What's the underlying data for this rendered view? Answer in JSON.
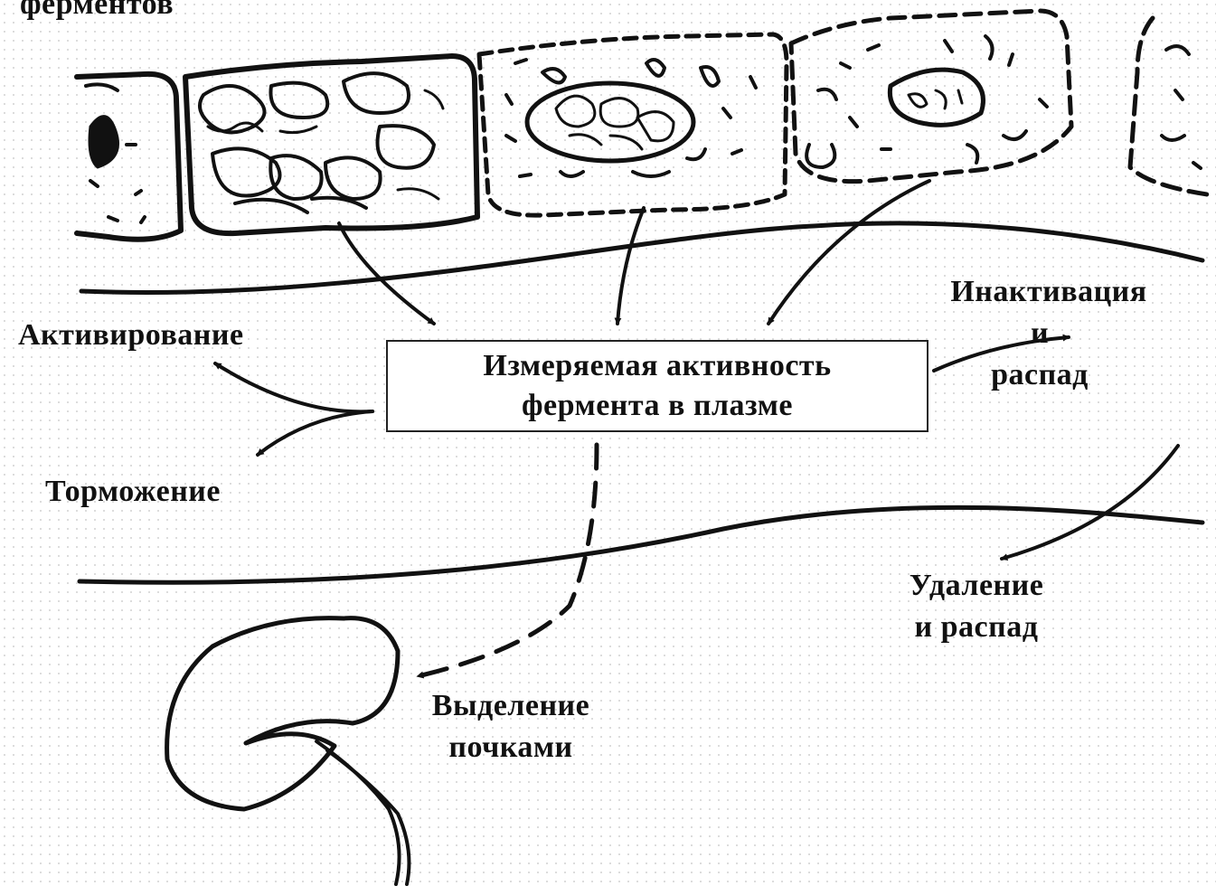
{
  "header_fragment": "ферментов",
  "central_box": {
    "line1": "Измеряемая активность",
    "line2": "фермента в плазме"
  },
  "labels": {
    "activation": "Активирование",
    "inhibition": "Торможение",
    "inactivation_line1": "Инактивация",
    "inactivation_line2": "и",
    "inactivation_line3": "распад",
    "removal_line1": "Удаление",
    "removal_line2": "и распад",
    "kidney_line1": "Выделение",
    "kidney_line2": "почками"
  },
  "colors": {
    "ink": "#111111",
    "background": "#ffffff"
  }
}
